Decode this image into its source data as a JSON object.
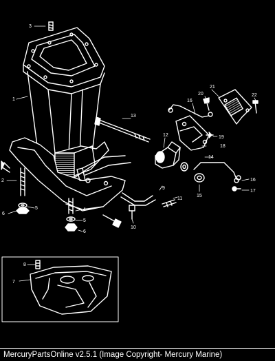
{
  "callouts": {
    "c1": "1",
    "c2": "2",
    "c3": "3",
    "c4": "4",
    "c5a": "5",
    "c5b": "5",
    "c6a": "6",
    "c6b": "6",
    "c7": "7",
    "c8": "8",
    "c9": "9",
    "c10": "10",
    "c11": "11",
    "c12": "12",
    "c13": "13",
    "c14": "14",
    "c15": "15",
    "c16a": "16",
    "c16b": "16",
    "c17": "17",
    "c18": "18",
    "c19": "19",
    "c20": "20",
    "c21": "21",
    "c22": "22"
  },
  "footer": {
    "caption": "MercuryPartsOnline v2.5.1 (Image Copyright- Mercury Marine)"
  },
  "colors": {
    "background": "#000000",
    "line": "#ffffff"
  }
}
